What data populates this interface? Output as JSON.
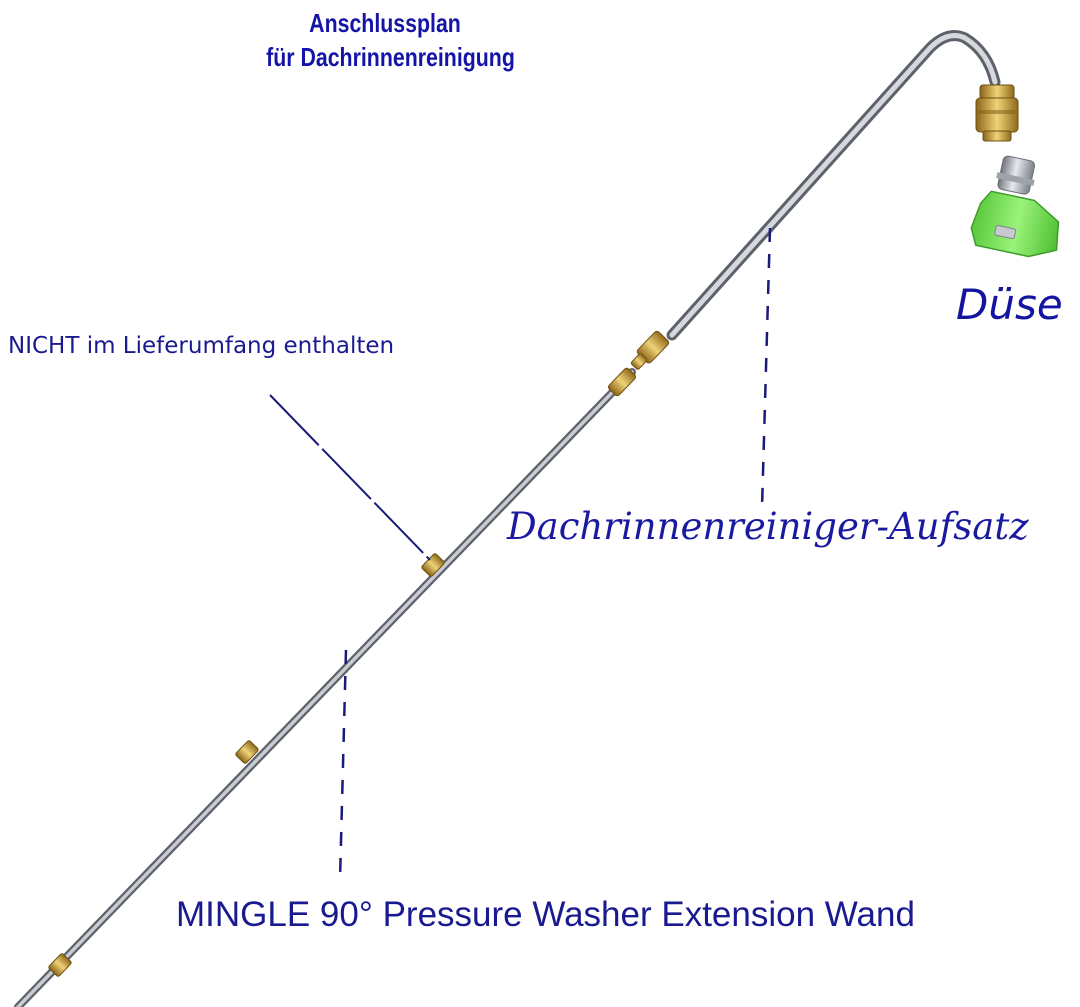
{
  "title": {
    "line1": "Anschlussplan",
    "line2": "für Dachrinnenreinigung"
  },
  "labels": {
    "nozzle": "Düse",
    "not_included": "NICHT im Lieferumfang enthalten",
    "gutter_attachment": "Dachrinnenreiniger-Aufsatz",
    "extension_wand": "MINGLE 90° Pressure Washer Extension Wand"
  },
  "colors": {
    "label_text": "#1414a0",
    "leader_lines": "#1a1a7a",
    "wand_steel": "#9a9ea6",
    "brass": "#c9a13a",
    "nozzle_green": "#7be05a"
  }
}
